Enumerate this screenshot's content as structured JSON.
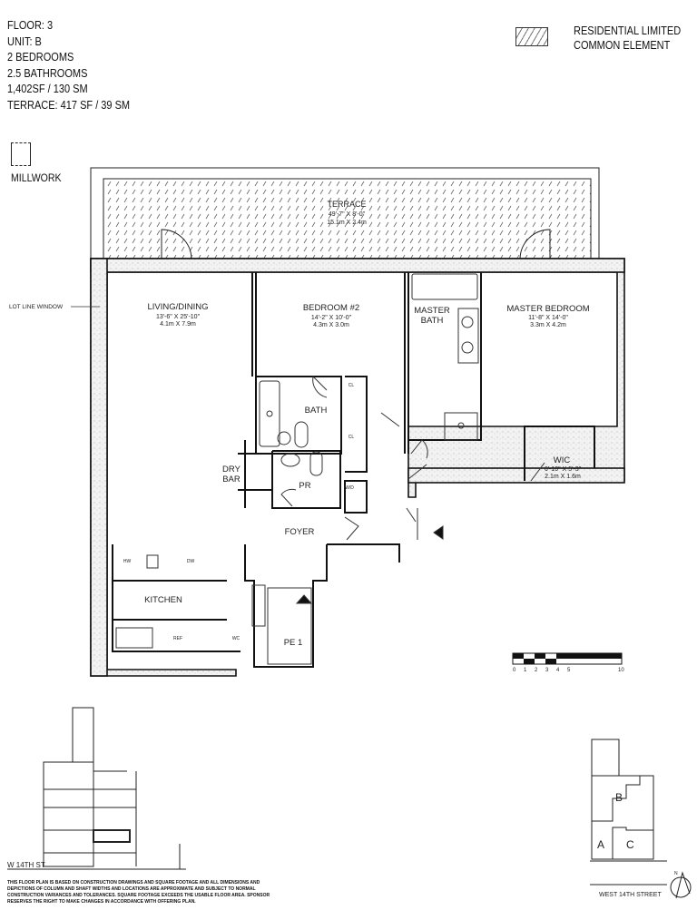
{
  "unit_info": {
    "floor": "FLOOR: 3",
    "unit": "UNIT: B",
    "bedrooms": "2 BEDROOMS",
    "bathrooms": "2.5 BATHROOMS",
    "area": "1,402SF / 130 SM",
    "terrace": "TERRACE: 417 SF / 39 SM"
  },
  "legend": {
    "hatch_label_1": "RESIDENTIAL LIMITED",
    "hatch_label_2": "COMMON ELEMENT",
    "millwork_label": "MILLWORK"
  },
  "rooms": {
    "terrace": {
      "name": "TERRACE",
      "dim_ft": "49'-7\" X 8'-0\"",
      "dim_m": "15.1m X 2.4m"
    },
    "living": {
      "name": "LIVING/DINING",
      "dim_ft": "13'-6\" X 25'-10\"",
      "dim_m": "4.1m X 7.9m"
    },
    "bedroom2": {
      "name": "BEDROOM #2",
      "dim_ft": "14'-2\" X 10'-0\"",
      "dim_m": "4.3m X 3.0m"
    },
    "master_bath": {
      "name1": "MASTER",
      "name2": "BATH"
    },
    "master_bedroom": {
      "name": "MASTER BEDROOM",
      "dim_ft": "11'-8\" X 14'-0\"",
      "dim_m": "3.3m X 4.2m"
    },
    "bath": {
      "name": "BATH"
    },
    "wic": {
      "name": "WIC",
      "dim_ft": "6'-10\" X 5'-3\"",
      "dim_m": "2.1m X 1.6m"
    },
    "dry_bar": {
      "name1": "DRY",
      "name2": "BAR"
    },
    "pr": {
      "name": "PR"
    },
    "foyer": {
      "name": "FOYER"
    },
    "kitchen": {
      "name": "KITCHEN"
    },
    "elevator": {
      "name": "PE 1"
    }
  },
  "fixtures": {
    "cl1": "CL",
    "cl2": "CL",
    "wd": "W/D",
    "hw": "HW",
    "dw": "DW",
    "ref": "REF",
    "wc": "WC"
  },
  "annotations": {
    "lot_line_window": "LOT LINE WINDOW"
  },
  "scale_bar": {
    "ticks": [
      "0",
      "1",
      "2",
      "3",
      "4",
      "5",
      "10"
    ]
  },
  "elevation": {
    "street": "W 14TH ST"
  },
  "key_plan": {
    "units": [
      "B",
      "A",
      "C"
    ],
    "street": "WEST 14TH STREET",
    "north": "N"
  },
  "disclaimer": "THIS FLOOR PLAN IS BASED ON CONSTRUCTION DRAWINGS AND SQUARE FOOTAGE AND ALL DIMENSIONS AND DEPICTIONS OF COLUMN AND SHAFT WIDTHS AND LOCATIONS ARE APPROXIMATE AND SUBJECT TO NORMAL CONSTRUCTION VARIANCES AND TOLERANCES. SQUARE FOOTAGE EXCEEDS THE USABLE FLOOR AREA. SPONSOR RESERVES THE RIGHT TO MAKE CHANGES IN ACCORDANCE WITH OFFERING PLAN."
}
